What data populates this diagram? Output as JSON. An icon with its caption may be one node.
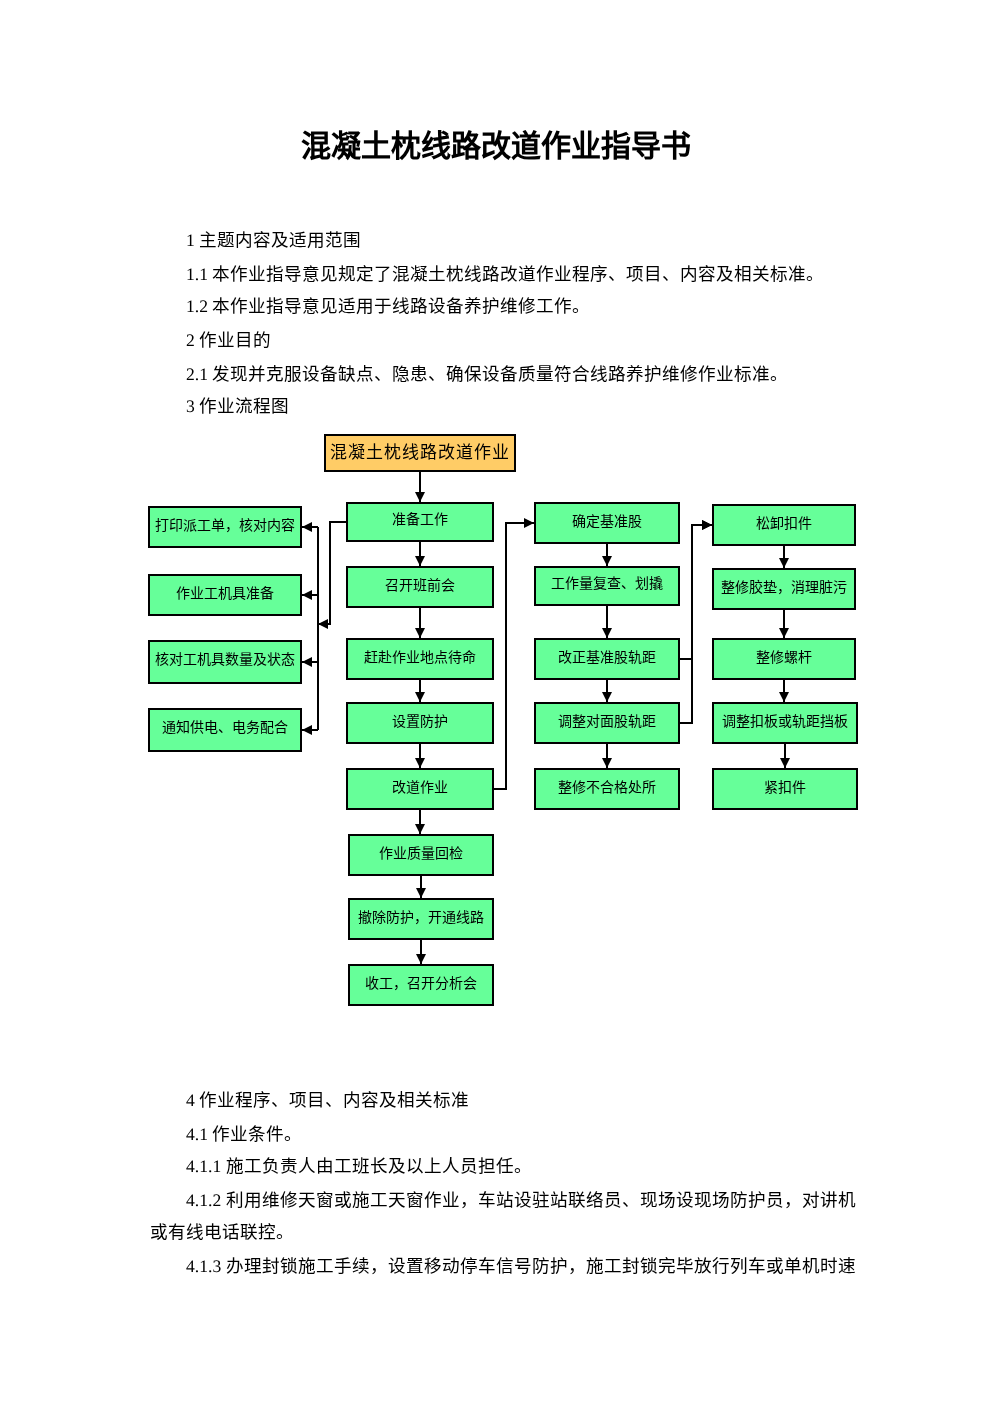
{
  "diagram": {
    "title": "混凝土枕线路改道作业指导书",
    "nodes": [
      {
        "text": [
          "混凝土枕线路改道作业"
        ]
      },
      {
        "text": [
          "打印派工单，核对内容"
        ]
      },
      {
        "text": [
          "作业工机具准备"
        ]
      },
      {
        "text": [
          "核对工机具数量及状态"
        ]
      },
      {
        "text": [
          "通知供电、电务配合"
        ]
      },
      {
        "text": [
          "准备工作"
        ]
      },
      {
        "text": [
          "召开班前会"
        ]
      },
      {
        "text": [
          "赶赴作业地点待命"
        ]
      },
      {
        "text": [
          "设置防护"
        ]
      },
      {
        "text": [
          "改道作业"
        ]
      },
      {
        "text": [
          "作业质量回检"
        ]
      },
      {
        "text": [
          "撤除防护，开通线路"
        ]
      },
      {
        "text": [
          "收工，召开分析会"
        ]
      },
      {
        "text": [
          "确定基准股"
        ]
      },
      {
        "text": [
          "工作量复查、划撬"
        ]
      },
      {
        "text": [
          "改正基准股轨距"
        ]
      },
      {
        "text": [
          "调整对面股轨距"
        ]
      },
      {
        "text": [
          "整修不合格处所"
        ]
      },
      {
        "text": [
          "松卸扣件"
        ]
      },
      {
        "text": [
          "整修胶垫，消理脏污"
        ]
      },
      {
        "text": [
          "整修螺杆"
        ]
      },
      {
        "text": [
          "调整扣板或轨距挡板"
        ]
      },
      {
        "text": [
          "紧扣件"
        ]
      }
    ],
    "edges": [
      {
        "from": 0,
        "to": 5,
        "arrow": "to"
      },
      {
        "from": 5,
        "to": 1,
        "arrow": "to"
      },
      {
        "from": 5,
        "to": 2,
        "arrow": "to"
      },
      {
        "from": 5,
        "to": 3,
        "arrow": "to"
      },
      {
        "from": 5,
        "to": 4,
        "arrow": "to"
      },
      {
        "from": 5,
        "to": 6,
        "arrow": "to"
      },
      {
        "from": 6,
        "to": 7,
        "arrow": "to"
      },
      {
        "from": 7,
        "to": 8,
        "arrow": "to"
      },
      {
        "from": 8,
        "to": 9,
        "arrow": "to"
      },
      {
        "from": 9,
        "to": 10,
        "arrow": "to"
      },
      {
        "from": 10,
        "to": 11,
        "arrow": "to"
      },
      {
        "from": 11,
        "to": 12,
        "arrow": "to"
      },
      {
        "from": 9,
        "to": 13,
        "arrow": "to"
      },
      {
        "from": 13,
        "to": 14,
        "arrow": "to"
      },
      {
        "from": 14,
        "to": 15,
        "arrow": "to"
      },
      {
        "from": 15,
        "to": 16,
        "arrow": "to"
      },
      {
        "from": 16,
        "to": 17,
        "arrow": "to"
      },
      {
        "from": 15,
        "to": 18,
        "arrow": "to"
      },
      {
        "from": 16,
        "to": 18,
        "arrow": "to"
      },
      {
        "from": 18,
        "to": 19,
        "arrow": "to"
      },
      {
        "from": 19,
        "to": 20,
        "arrow": "to"
      },
      {
        "from": 20,
        "to": 21,
        "arrow": "to"
      },
      {
        "from": 21,
        "to": 22,
        "arrow": "to"
      }
    ],
    "labels": [
      "1 主题内容及适用范围",
      "1.1 本作业指导意见规定了混凝土枕线路改道作业程序、项目、内容及相关标准。",
      "1.2 本作业指导意见适用于线路设备养护维修工作。",
      "2 作业目的",
      "2.1 发现并克服设备缺点、隐患、确保设备质量符合线路养护维修作业标准。",
      "3 作业流程图",
      "4 作业程序、项目、内容及相关标准",
      "4.1 作业条件。",
      "4.1.1 施工负责人由工班长及以上人员担任。",
      "4.1.2 利用维修天窗或施工天窗作业，车站设驻站联络员、现场设现场防护员，对讲机或有线电话联控。",
      "4.1.3 办理封锁施工手续，设置移动停车信号防护，施工封锁完毕放行列车或单机时速"
    ]
  }
}
